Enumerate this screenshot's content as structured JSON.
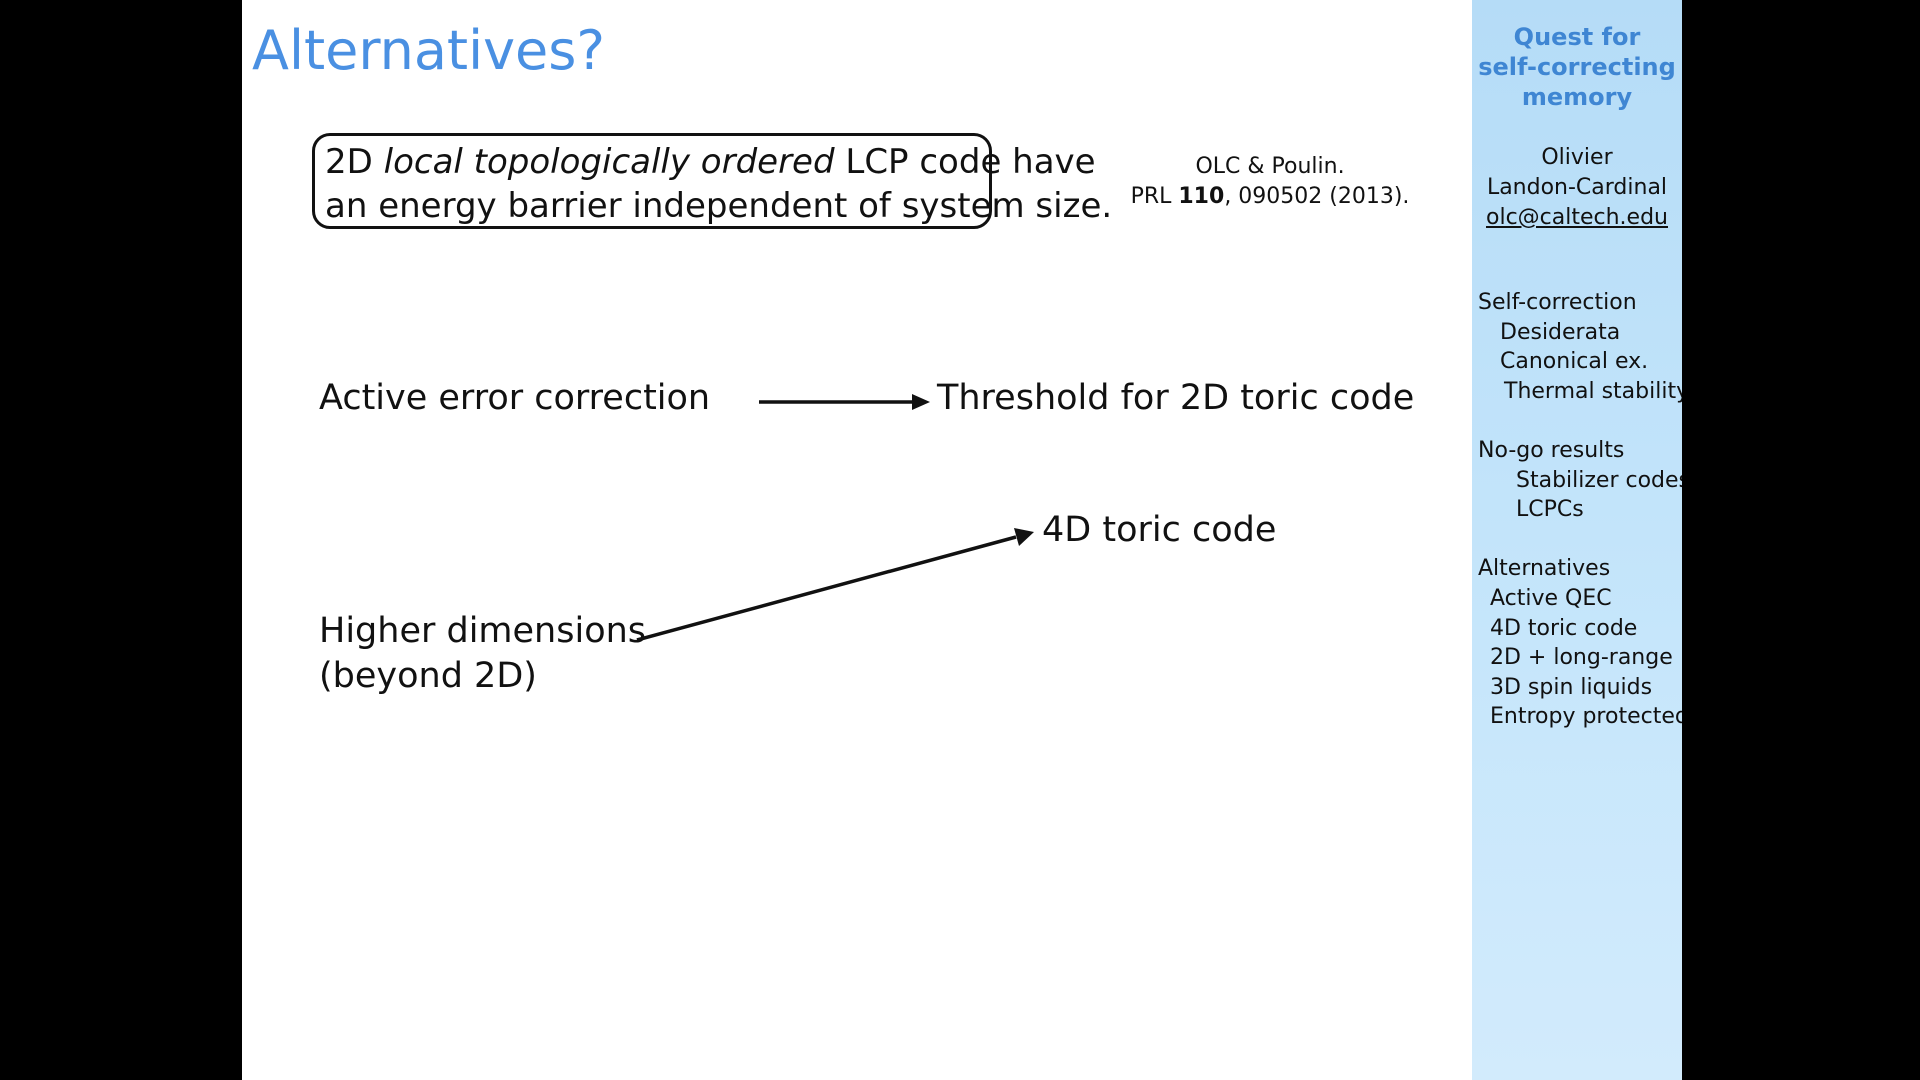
{
  "slide": {
    "title": "Alternatives?",
    "theorem": {
      "line1_pre": "2D ",
      "line1_italic": "local topologically ordered",
      "line1_post": " LCP code have",
      "line2": "an energy barrier independent of system size."
    },
    "reference": {
      "line1": "OLC & Poulin.",
      "line2_pre": "PRL ",
      "line2_volume": "110",
      "line2_post": ", 090502 (2013)."
    },
    "items": {
      "active_error_correction": "Active error correction",
      "threshold": "Threshold for 2D toric code",
      "toric_4d": "4D toric code",
      "higher_dimensions_line1": "Higher dimensions",
      "higher_dimensions_line2": "(beyond 2D)"
    }
  },
  "sidebar": {
    "heading": [
      "Quest for",
      "self-correcting",
      "memory"
    ],
    "author": [
      "Olivier",
      "Landon-Cardinal"
    ],
    "email": "olc@caltech.edu",
    "outline": [
      {
        "label": "Self-correction",
        "level": 0
      },
      {
        "label": "Desiderata",
        "level": 2
      },
      {
        "label": "Canonical ex.",
        "level": 2
      },
      {
        "label": "Thermal stability",
        "level": 3
      },
      {
        "label": "No-go results",
        "level": 0
      },
      {
        "label": "Stabilizer codes",
        "level": 4
      },
      {
        "label": "LCPCs",
        "level": 4
      },
      {
        "label": "Alternatives",
        "level": 0
      },
      {
        "label": "Active QEC",
        "level": 1
      },
      {
        "label": "4D toric code",
        "level": 1
      },
      {
        "label": "2D + long-range",
        "level": 1
      },
      {
        "label": "3D spin liquids",
        "level": 1
      },
      {
        "label": "Entropy protected",
        "level": 1
      }
    ]
  },
  "colors": {
    "title": "#4a90e2",
    "sidebar_heading": "#3f86d3",
    "sidebar_background": "#c6e6fb",
    "text": "#111111",
    "letterbox": "#000000"
  }
}
